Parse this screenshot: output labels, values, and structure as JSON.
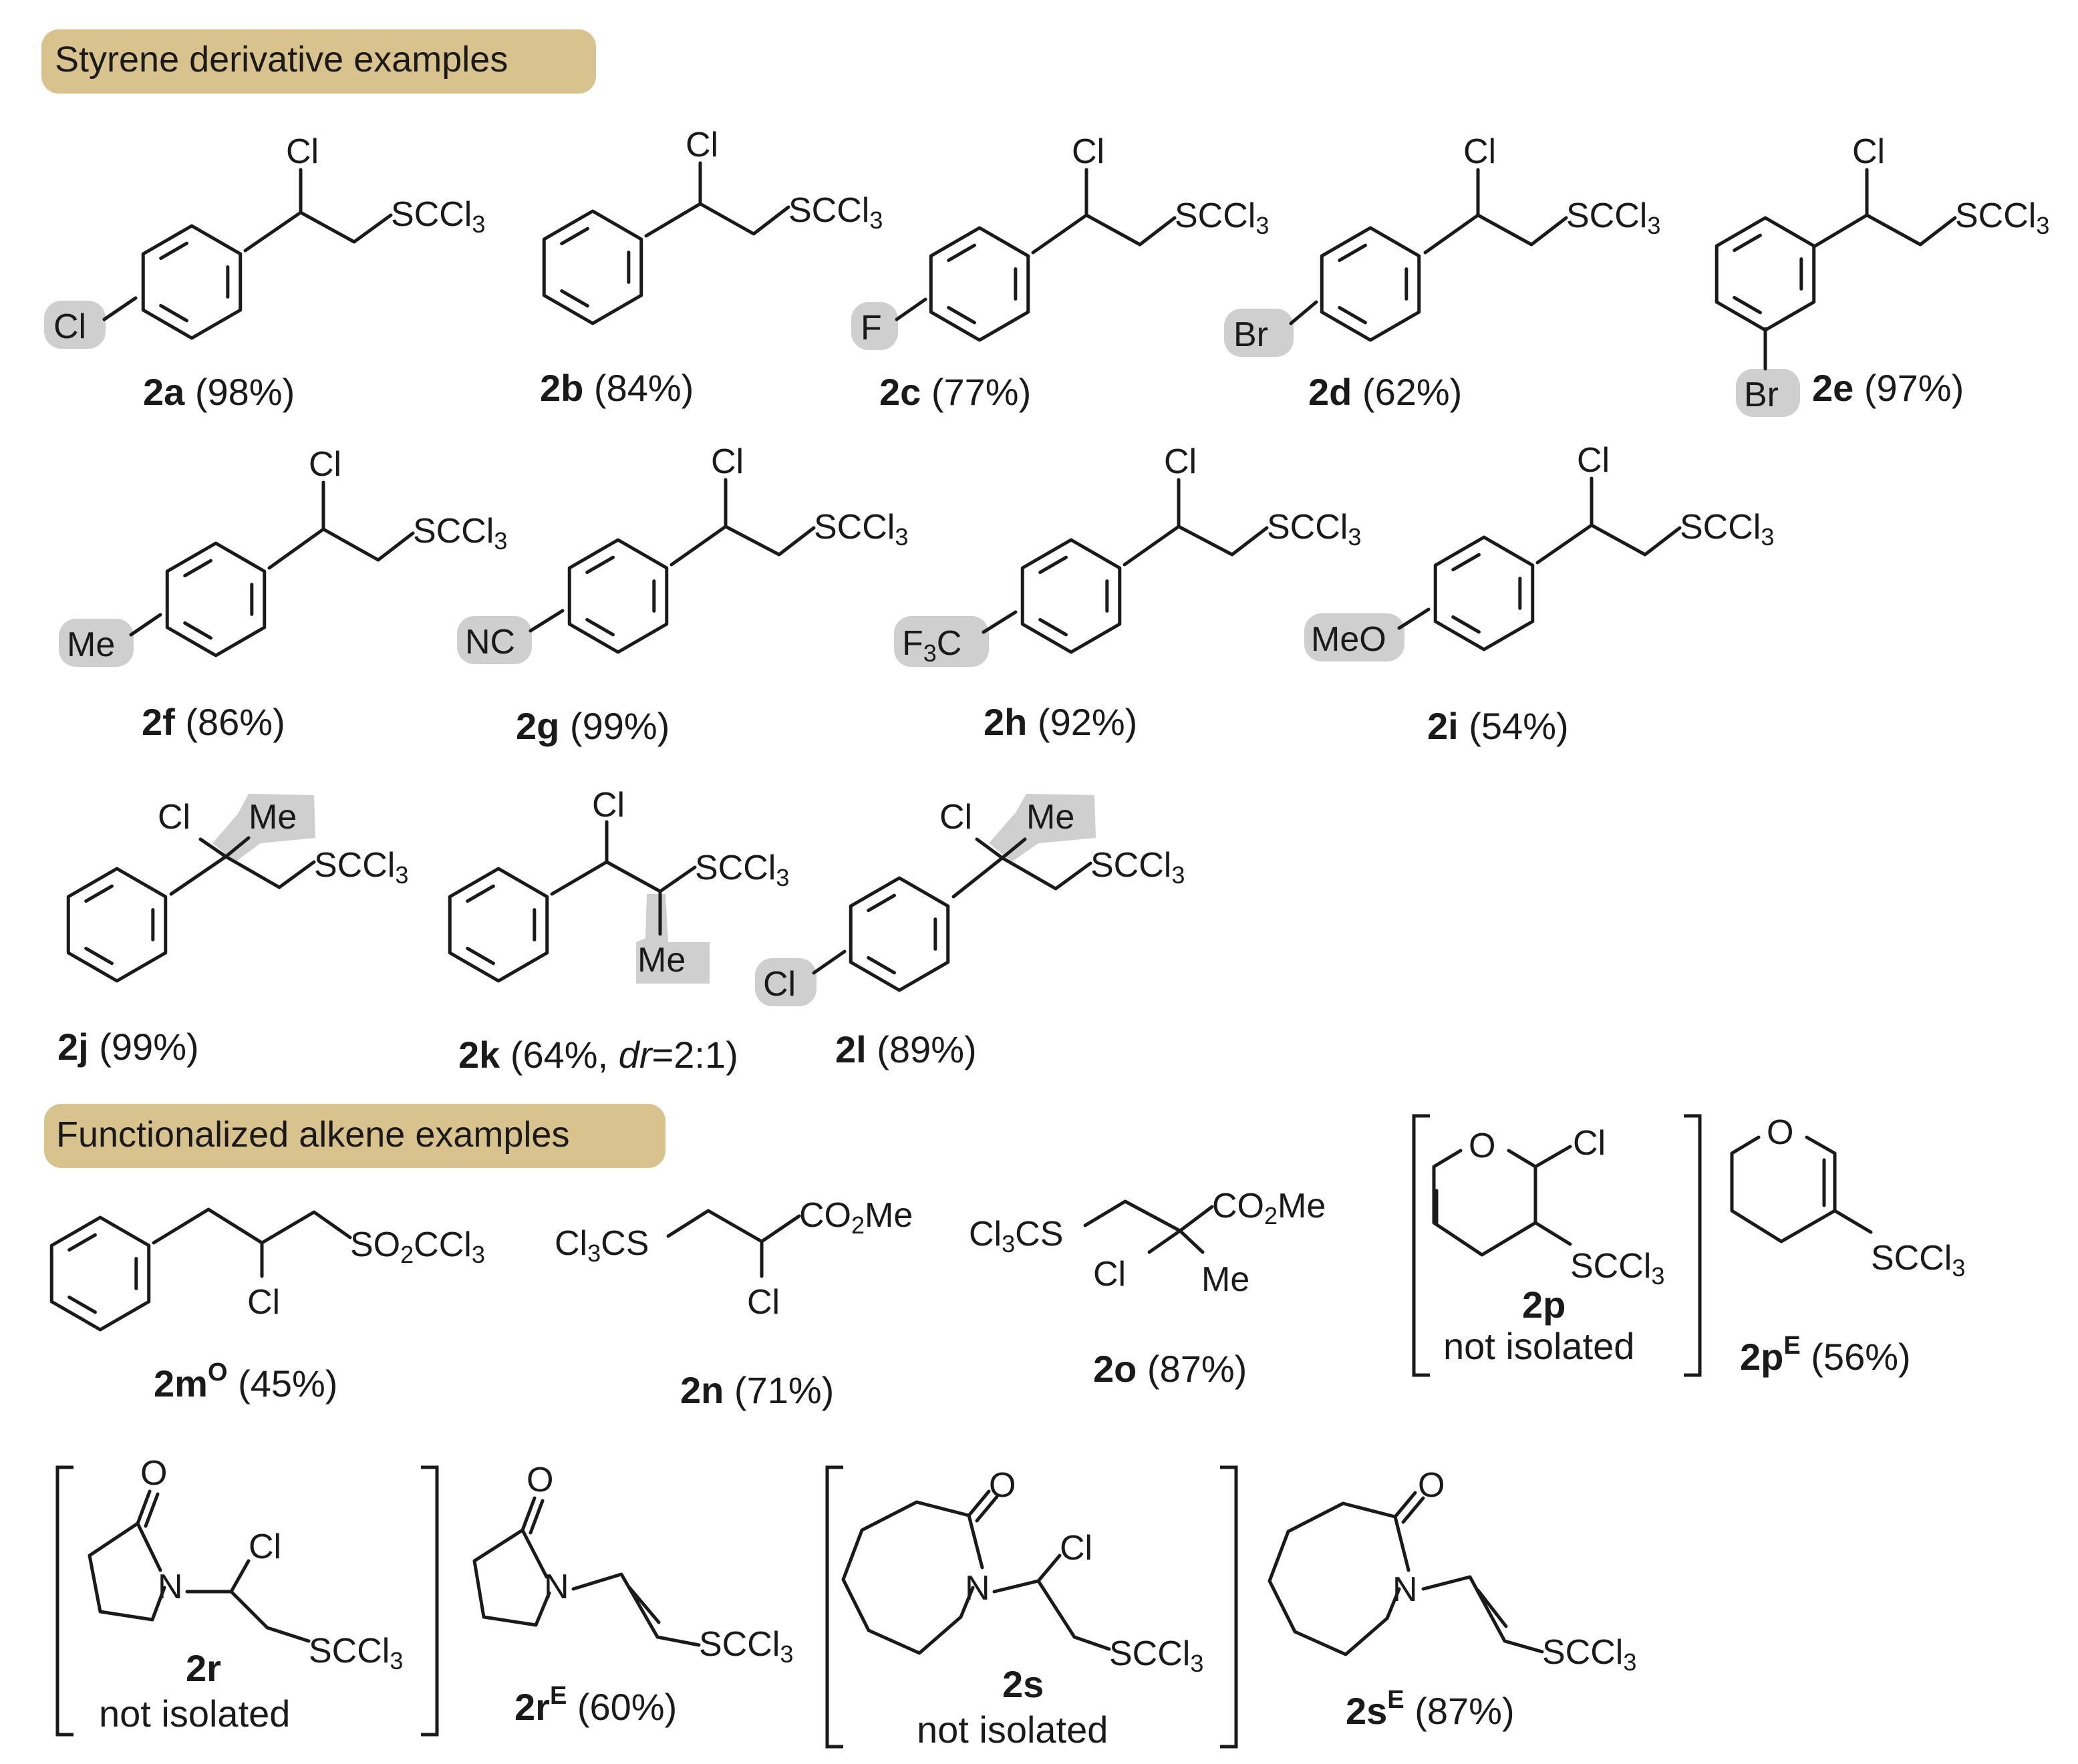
{
  "sections": {
    "styrene": "Styrene derivative examples",
    "alkene": "Functionalized alkene examples"
  },
  "groups": {
    "scl3": "SCCl3",
    "so2ccl3": "SO2CCl3",
    "cl3cs": "Cl3CS",
    "co2me": "CO2Me",
    "cl": "Cl",
    "f": "F",
    "br": "Br",
    "me": "Me",
    "nc": "NC",
    "f3c": "F3C",
    "meo": "MeO",
    "o": "O",
    "n": "N"
  },
  "note": "not isolated",
  "compounds": [
    {
      "id": "2a",
      "label": "2a",
      "sup": "",
      "yield": "(98%)",
      "sub": "Cl"
    },
    {
      "id": "2b",
      "label": "2b",
      "sup": "",
      "yield": "(84%)",
      "sub": ""
    },
    {
      "id": "2c",
      "label": "2c",
      "sup": "",
      "yield": "(77%)",
      "sub": "F"
    },
    {
      "id": "2d",
      "label": "2d",
      "sup": "",
      "yield": "(62%)",
      "sub": "Br"
    },
    {
      "id": "2e",
      "label": "2e",
      "sup": "",
      "yield": "(97%)",
      "sub": "Br"
    },
    {
      "id": "2f",
      "label": "2f",
      "sup": "",
      "yield": "(86%)",
      "sub": "Me"
    },
    {
      "id": "2g",
      "label": "2g",
      "sup": "",
      "yield": "(99%)",
      "sub": "NC"
    },
    {
      "id": "2h",
      "label": "2h",
      "sup": "",
      "yield": "(92%)",
      "sub": "F3C"
    },
    {
      "id": "2i",
      "label": "2i",
      "sup": "",
      "yield": "(54%)",
      "sub": "MeO"
    },
    {
      "id": "2j",
      "label": "2j",
      "sup": "",
      "yield": "(99%)",
      "sub": ""
    },
    {
      "id": "2k",
      "label": "2k",
      "sup": "",
      "yield": "(64%, dr=2:1)",
      "sub": ""
    },
    {
      "id": "2l",
      "label": "2l",
      "sup": "",
      "yield": "(89%)",
      "sub": "Cl"
    },
    {
      "id": "2m",
      "label": "2m",
      "sup": "O",
      "yield": "(45%)",
      "sub": ""
    },
    {
      "id": "2n",
      "label": "2n",
      "sup": "",
      "yield": "(71%)",
      "sub": ""
    },
    {
      "id": "2o",
      "label": "2o",
      "sup": "",
      "yield": "(87%)",
      "sub": ""
    },
    {
      "id": "2p",
      "label": "2p",
      "sup": "",
      "yield": "",
      "sub": ""
    },
    {
      "id": "2pE",
      "label": "2p",
      "sup": "E",
      "yield": "(56%)",
      "sub": ""
    },
    {
      "id": "2r",
      "label": "2r",
      "sup": "",
      "yield": "",
      "sub": ""
    },
    {
      "id": "2rE",
      "label": "2r",
      "sup": "E",
      "yield": "(60%)",
      "sub": ""
    },
    {
      "id": "2s",
      "label": "2s",
      "sup": "",
      "yield": "",
      "sub": ""
    },
    {
      "id": "2sE",
      "label": "2s",
      "sup": "E",
      "yield": "(87%)",
      "sub": ""
    }
  ]
}
